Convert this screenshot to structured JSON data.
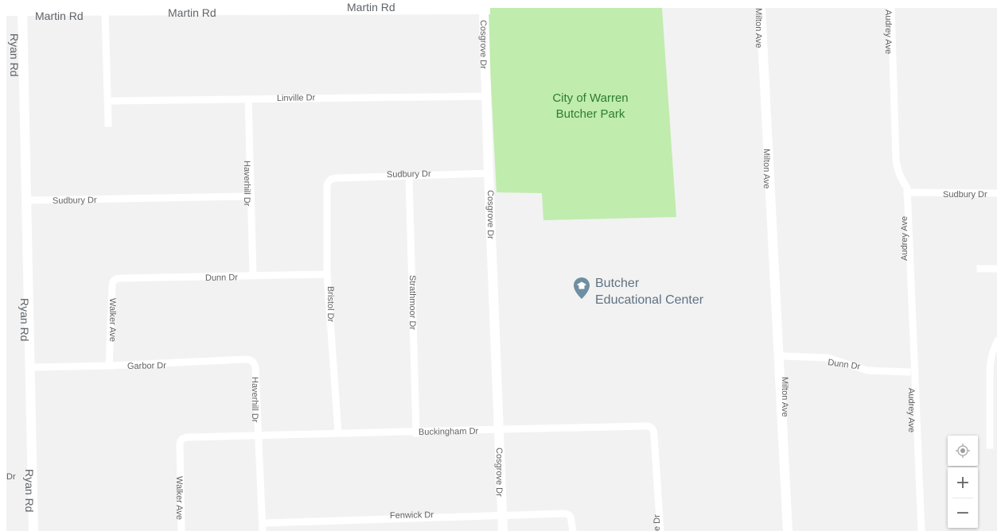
{
  "map": {
    "park": {
      "name_line1": "City of Warren",
      "name_line2": "Butcher Park",
      "color": "#c0ecae"
    },
    "poi": {
      "name_line1": "Butcher",
      "name_line2": "Educational Center",
      "icon": "education-pin-icon",
      "color": "#6f8ea1"
    },
    "streets": {
      "martin_rd_1": "Martin Rd",
      "martin_rd_2": "Martin Rd",
      "martin_rd_3": "Martin Rd",
      "ryan_rd_1": "Ryan Rd",
      "ryan_rd_2": "Ryan Rd",
      "ryan_rd_3": "Ryan Rd",
      "linville_dr": "Linville Dr",
      "sudbury_dr_1": "Sudbury Dr",
      "sudbury_dr_2": "Sudbury Dr",
      "sudbury_dr_3": "Sudbury Dr",
      "haverhill_dr_1": "Haverhill Dr",
      "haverhill_dr_2": "Haverhill Dr",
      "dunn_dr_1": "Dunn Dr",
      "dunn_dr_2": "Dunn Dr",
      "walker_ave_1": "Walker Ave",
      "walker_ave_2": "Walker Ave",
      "bristol_dr": "Bristol Dr",
      "strathmoor_dr": "Strathmoor Dr",
      "cosgrove_dr_1": "Cosgrove Dr",
      "cosgrove_dr_2": "Cosgrove Dr",
      "cosgrove_dr_3": "Cosgrove Dr",
      "garbor_dr": "Garbor Dr",
      "buckingham_dr": "Buckingham Dr",
      "fenwick_dr": "Fenwick Dr",
      "milton_ave_1": "Milton Ave",
      "milton_ave_2": "Milton Ave",
      "milton_ave_3": "Milton Ave",
      "audrey_ave_1": "Audrey Ave",
      "audrey_ave_2": "Audrey Ave",
      "audrey_ave_3": "Audrey Ave",
      "partial_dr": "Dr",
      "partial_e_dr": "e Dr"
    },
    "land_color": "#f2f2f2",
    "road_color": "#ffffff"
  },
  "controls": {
    "my_location_icon": "my-location-icon",
    "zoom_in_label": "+",
    "zoom_out_label": "−"
  }
}
